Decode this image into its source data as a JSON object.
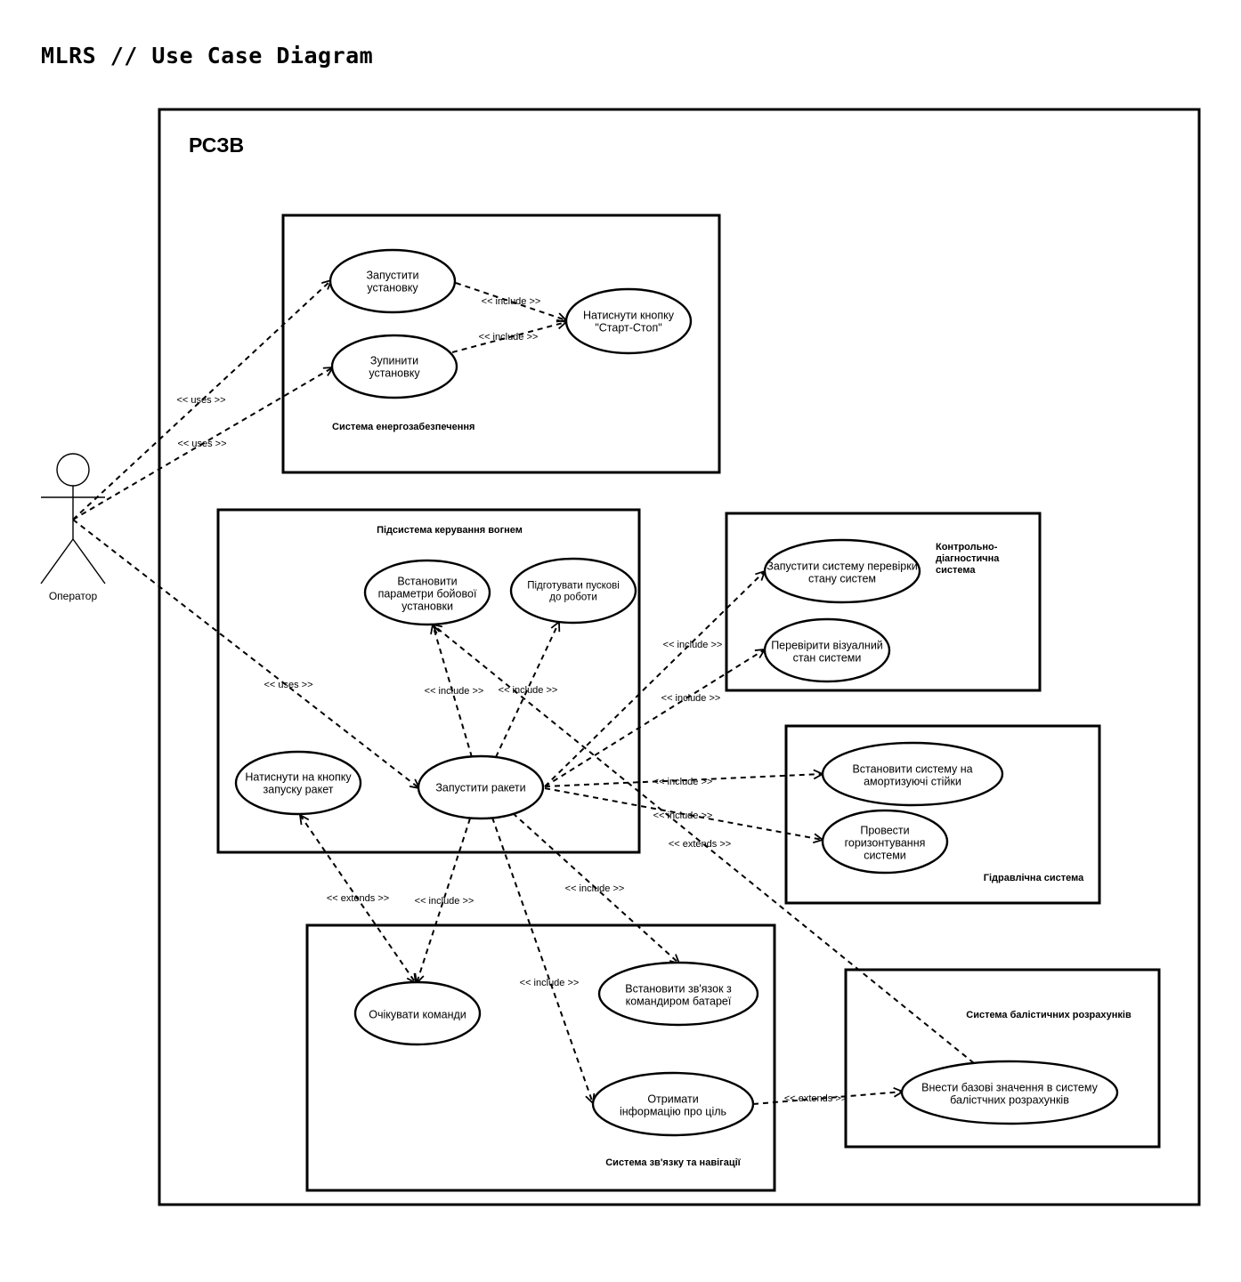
{
  "title": "MLRS // Use Case Diagram",
  "main_system": "РСЗВ",
  "actor": {
    "name": "Оператор"
  },
  "subsystems": {
    "energy": "Система енергозабезпечення",
    "fire": "Підсистема керування вогнем",
    "diag": "Контрольно-\nдіагностична\nсистема",
    "hydra": "Гідравлічна система",
    "comm": "Система зв'язку та навігації",
    "ball": "Система балістичних розрахунків"
  },
  "use_cases": {
    "start_inst": "Запустити\nустановку",
    "stop_inst": "Зупинити\nустановку",
    "press_ss": "Натиснути кнопку\n\"Старт-Стоп\"",
    "set_params": "Встановити\nпараметри бойової\nустановки",
    "prep_launch": "Підготувати пускові\nдо роботи",
    "press_rocket": "Натиснути на кнопку\nзапуску ракет",
    "launch": "Запустити ракети",
    "check_sys": "Запустити систему перевірки\nстану систем",
    "visual": "Перевірити візуалний\nстан системи",
    "set_shock": "Встановити систему на\nамортизуючі стійки",
    "leveling": "Провести\nгоризонтування\nсистеми",
    "wait_cmd": "Очікувати команди",
    "contact_cmd": "Встановити зв'язок з\nкомандиром батареї",
    "target_info": "Отримати\nінформацію про ціль",
    "ballistic": "Внести базові значення в систему\nбалістчних розрахунків"
  },
  "relation_labels": {
    "uses": "<< uses >>",
    "include": "<< include >>",
    "extends": "<< extends >>"
  }
}
